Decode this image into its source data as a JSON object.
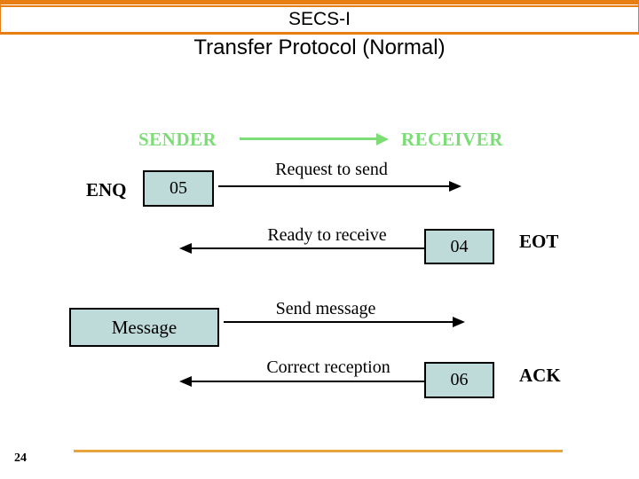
{
  "slide": {
    "title_line1": "SECS-I",
    "title_line2": "Transfer Protocol (Normal)",
    "page_number": "24"
  },
  "diagram": {
    "sender": "SENDER",
    "receiver": "RECEIVER",
    "steps": [
      {
        "side_label": "ENQ",
        "code": "05",
        "message": "Request to send",
        "direction": "right"
      },
      {
        "message": "Ready to receive",
        "code": "04",
        "side_label": "EOT",
        "direction": "left"
      },
      {
        "box_label": "Message",
        "message": "Send message",
        "direction": "right"
      },
      {
        "message": "Correct reception",
        "code": "06",
        "side_label": "ACK",
        "direction": "left"
      }
    ]
  },
  "colors": {
    "accent_orange": "#e87d12",
    "footer_orange": "#e8a43c",
    "endpoint_green": "#7cdd76",
    "box_fill": "#bedad9",
    "arrow_black": "#000000",
    "title_black": "#000000"
  }
}
